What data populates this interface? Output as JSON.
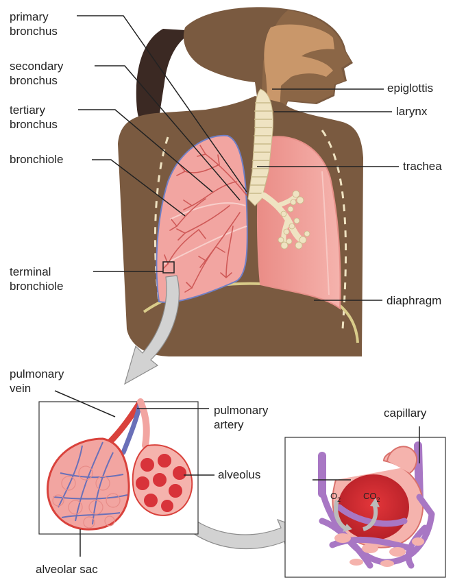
{
  "labels": {
    "primary_bronchus": [
      "primary",
      "bronchus"
    ],
    "secondary_bronchus": [
      "secondary",
      "bronchus"
    ],
    "tertiary_bronchus": [
      "tertiary",
      "bronchus"
    ],
    "bronchiole": "bronchiole",
    "terminal_bronchiole": [
      "terminal",
      "bronchiole"
    ],
    "epiglottis": "epiglottis",
    "larynx": "larynx",
    "trachea": "trachea",
    "diaphragm": "diaphragm",
    "pulmonary_vein": [
      "pulmonary",
      "vein"
    ],
    "pulmonary_artery": [
      "pulmonary",
      "artery"
    ],
    "alveolus": "alveolus",
    "capillary": "capillary",
    "alveolar_sac": "alveolar sac",
    "oxygen": "O",
    "oxygen_sub": "2",
    "carbon_dioxide": "CO",
    "carbon_dioxide_sub": "2"
  },
  "colors": {
    "body": "#7a5a40",
    "skin": "#c9976a",
    "lung_fill": "#f2a5a1",
    "lung_edge": "#d9716c",
    "lung_outline": "#6f7fc6",
    "cartilage": "#efe3c2",
    "vein_red": "#d9423c",
    "artery_blue": "#6a70b8",
    "capillary_purple": "#a877c4",
    "arrow_gray": "#c8c8c8"
  }
}
